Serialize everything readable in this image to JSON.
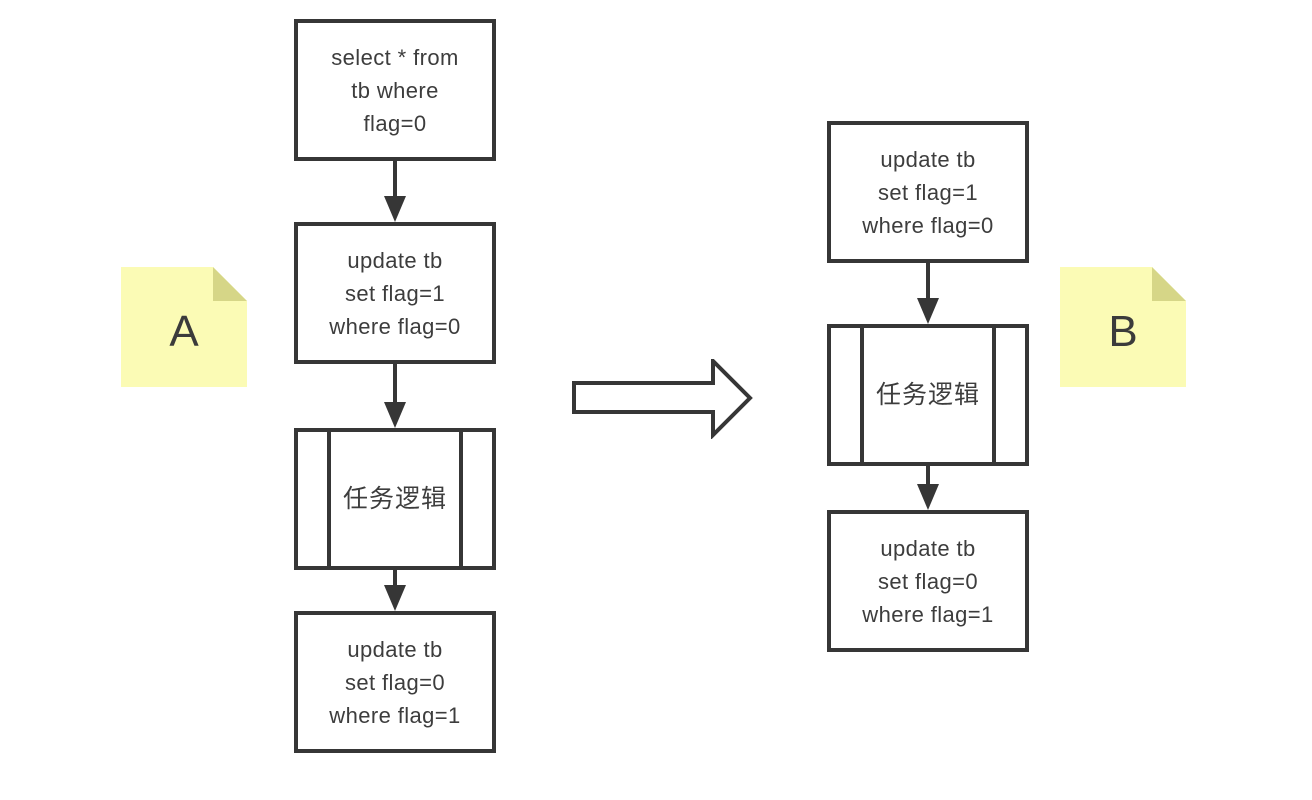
{
  "canvas": {
    "background": "#ffffff",
    "stroke_color": "#363636",
    "text_color": "#3d3d3d"
  },
  "notes": {
    "a": {
      "label": "A",
      "fill": "#fbfbb5",
      "fold": "#d6d687"
    },
    "b": {
      "label": "B",
      "fill": "#fbfbb5",
      "fold": "#d6d687"
    }
  },
  "flow_a": {
    "steps": [
      {
        "type": "process",
        "text": "select * from\ntb where\nflag=0"
      },
      {
        "type": "process",
        "text": "update tb\nset flag=1\nwhere flag=0"
      },
      {
        "type": "predefined-process",
        "text": "任务逻辑"
      },
      {
        "type": "process",
        "text": "update tb\nset flag=0\nwhere flag=1"
      }
    ]
  },
  "flow_b": {
    "steps": [
      {
        "type": "process",
        "text": "update tb\nset flag=1\nwhere flag=0"
      },
      {
        "type": "predefined-process",
        "text": "任务逻辑"
      },
      {
        "type": "process",
        "text": "update tb\nset flag=0\nwhere flag=1"
      }
    ]
  }
}
